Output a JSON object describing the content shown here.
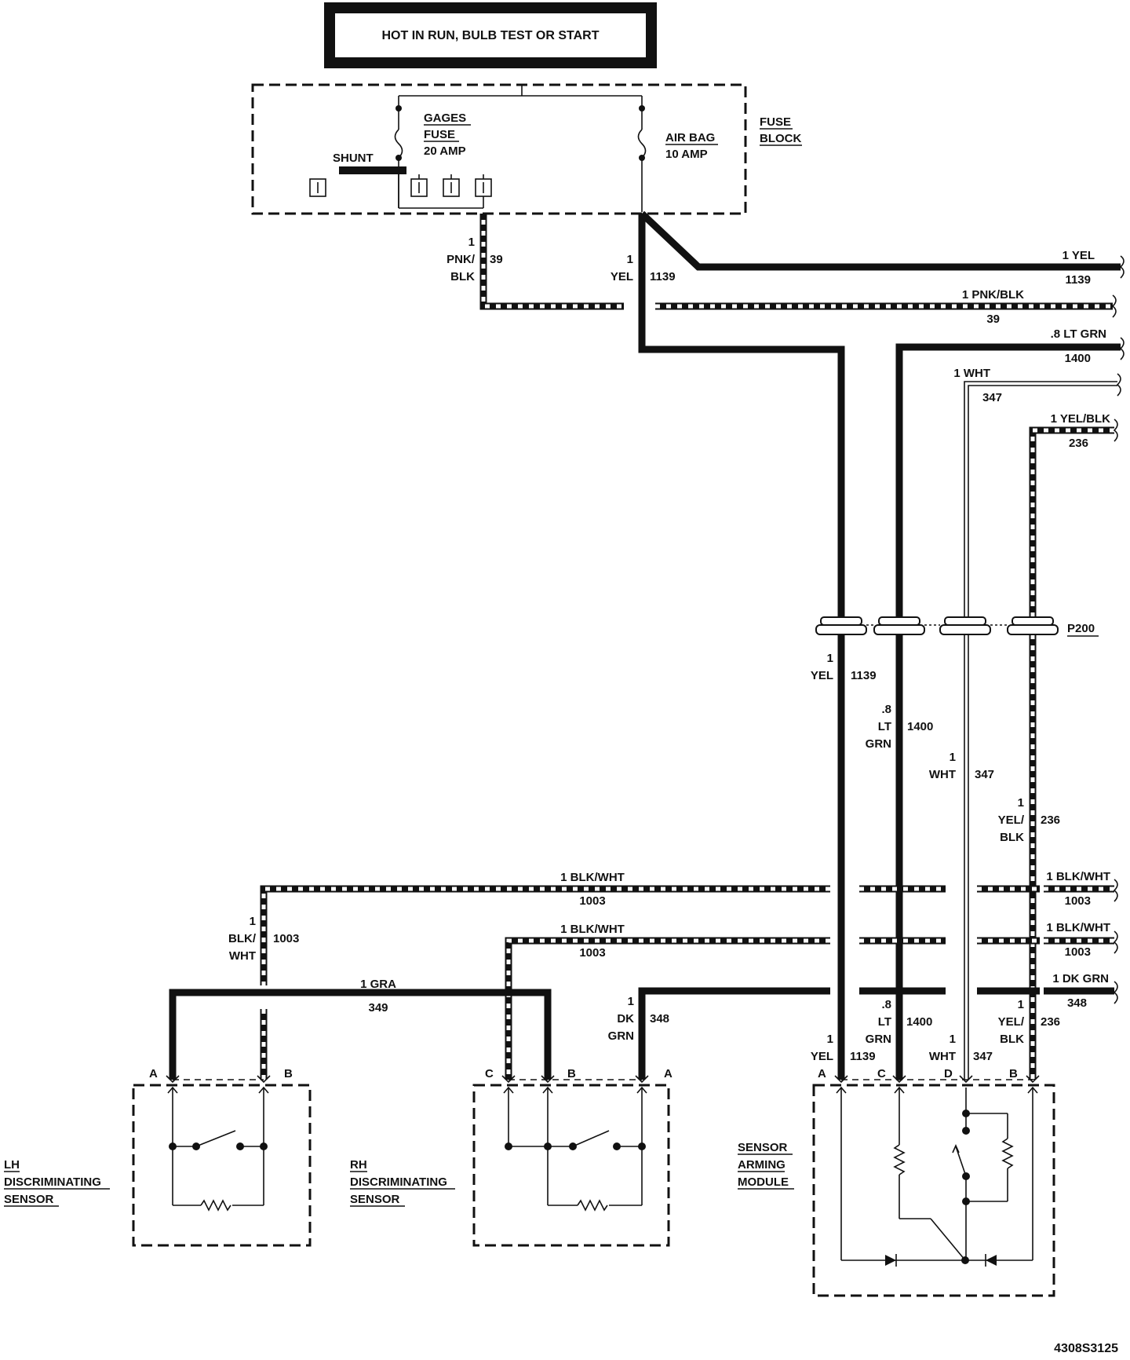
{
  "header": {
    "title": "HOT IN RUN, BULB TEST OR START"
  },
  "fuse_block": {
    "label_line1": "FUSE",
    "label_line2": "BLOCK",
    "gages_fuse": [
      "GAGES",
      "FUSE",
      "20 AMP"
    ],
    "airbag_fuse": [
      "AIR BAG",
      "10 AMP"
    ],
    "shunt": "SHUNT"
  },
  "wires_right": [
    {
      "gauge_color": "1  YEL",
      "circuit": "1139"
    },
    {
      "gauge_color": "1 PNK/BLK",
      "circuit": "39"
    },
    {
      "gauge_color": ".8 LT GRN",
      "circuit": "1400"
    },
    {
      "gauge_color": "1  WHT",
      "circuit": "347"
    },
    {
      "gauge_color": "1 YEL/BLK",
      "circuit": "236"
    },
    {
      "gauge_color": "1 BLK/WHT",
      "circuit": "1003"
    },
    {
      "gauge_color": "1 BLK/WHT",
      "circuit": "1003"
    },
    {
      "gauge_color": "1 DK GRN",
      "circuit": "348"
    }
  ],
  "wire_labels": {
    "pnk_blk_39": [
      "1",
      "PNK/",
      "BLK",
      "39"
    ],
    "yel_1139_top": [
      "1",
      "YEL",
      "1139"
    ],
    "yel_1139": [
      "1",
      "YEL",
      "1139"
    ],
    "ltgrn_1400": [
      ".8",
      "LT",
      "GRN",
      "1400"
    ],
    "wht_347": [
      "1",
      "WHT",
      "347"
    ],
    "yelblk_236": [
      "1",
      "YEL/",
      "BLK",
      "236"
    ],
    "blkwht_left": [
      "1",
      "BLK/",
      "WHT",
      "1003"
    ],
    "blkwht_top1": [
      "1 BLK/WHT",
      "1003"
    ],
    "blkwht_top2": [
      "1 BLK/WHT",
      "1003"
    ],
    "gra_349": [
      "1  GRA",
      "349"
    ],
    "dkgrn_348": [
      "1",
      "DK",
      "GRN",
      "348"
    ],
    "sam_yel": [
      "1",
      "YEL",
      "1139"
    ],
    "sam_ltgrn": [
      ".8",
      "LT",
      "GRN",
      "1400"
    ],
    "sam_wht": [
      "1",
      "WHT",
      "347"
    ],
    "sam_yelblk": [
      "1",
      "YEL/",
      "BLK",
      "236"
    ]
  },
  "connector": "P200",
  "pins": {
    "lh": [
      "A",
      "B"
    ],
    "rh": [
      "C",
      "B",
      "A"
    ],
    "sam": [
      "A",
      "C",
      "D",
      "B"
    ]
  },
  "components": {
    "lh": [
      "LH",
      "DISCRIMINATING",
      "SENSOR"
    ],
    "rh": [
      "RH",
      "DISCRIMINATING",
      "SENSOR"
    ],
    "sam": [
      "SENSOR",
      "ARMING",
      "MODULE"
    ]
  },
  "figure_id": "4308S3125"
}
